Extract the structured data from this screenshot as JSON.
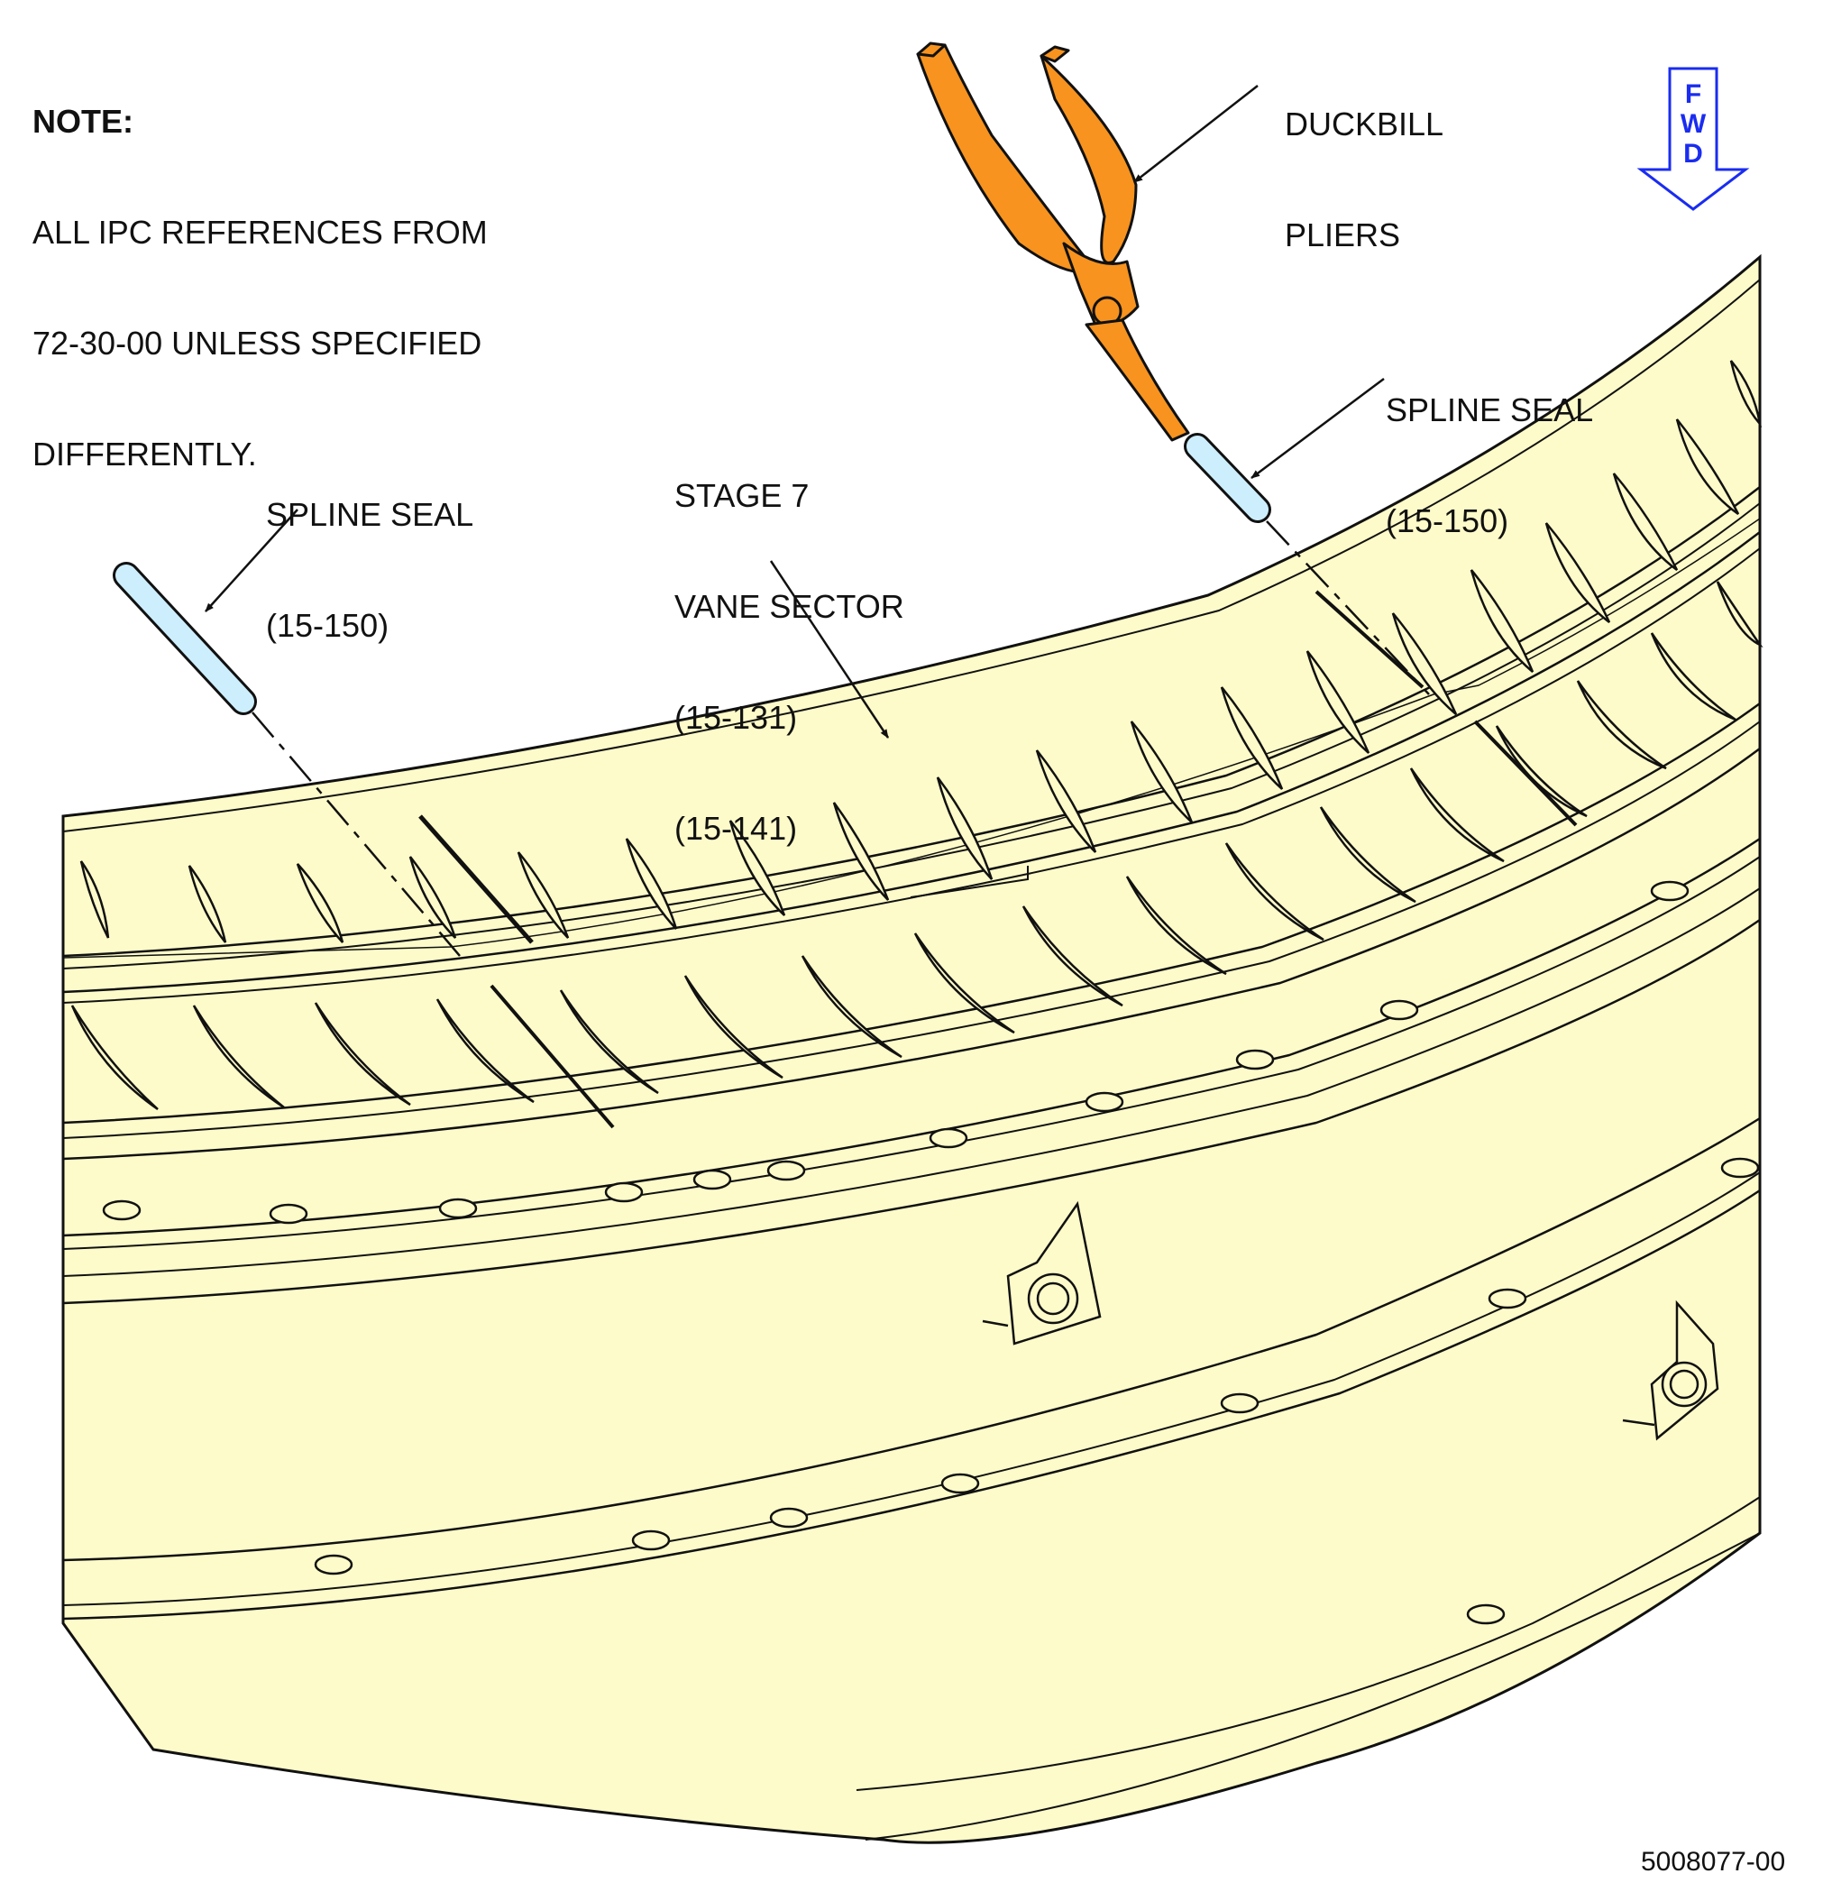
{
  "note": {
    "title": "NOTE:",
    "lines": [
      "ALL IPC REFERENCES FROM",
      "72-30-00 UNLESS SPECIFIED",
      "DIFFERENTLY."
    ]
  },
  "callouts": {
    "duckbill_pliers": [
      "DUCKBILL",
      "PLIERS"
    ],
    "spline_seal_right": [
      "SPLINE SEAL",
      "(15-150)"
    ],
    "spline_seal_left": [
      "SPLINE SEAL",
      "(15-150)"
    ],
    "vane_sector": [
      "STAGE 7",
      "VANE SECTOR",
      "(15-131)",
      "(15-141)"
    ]
  },
  "fwd_arrow": {
    "letters": [
      "F",
      "W",
      "D"
    ],
    "color": "#1a2cf0"
  },
  "document_number": "5008077-00",
  "colors": {
    "part_fill": "#fdfbc9",
    "pliers": "#f7931e",
    "seal": "#cdeefc",
    "line": "#111111"
  }
}
